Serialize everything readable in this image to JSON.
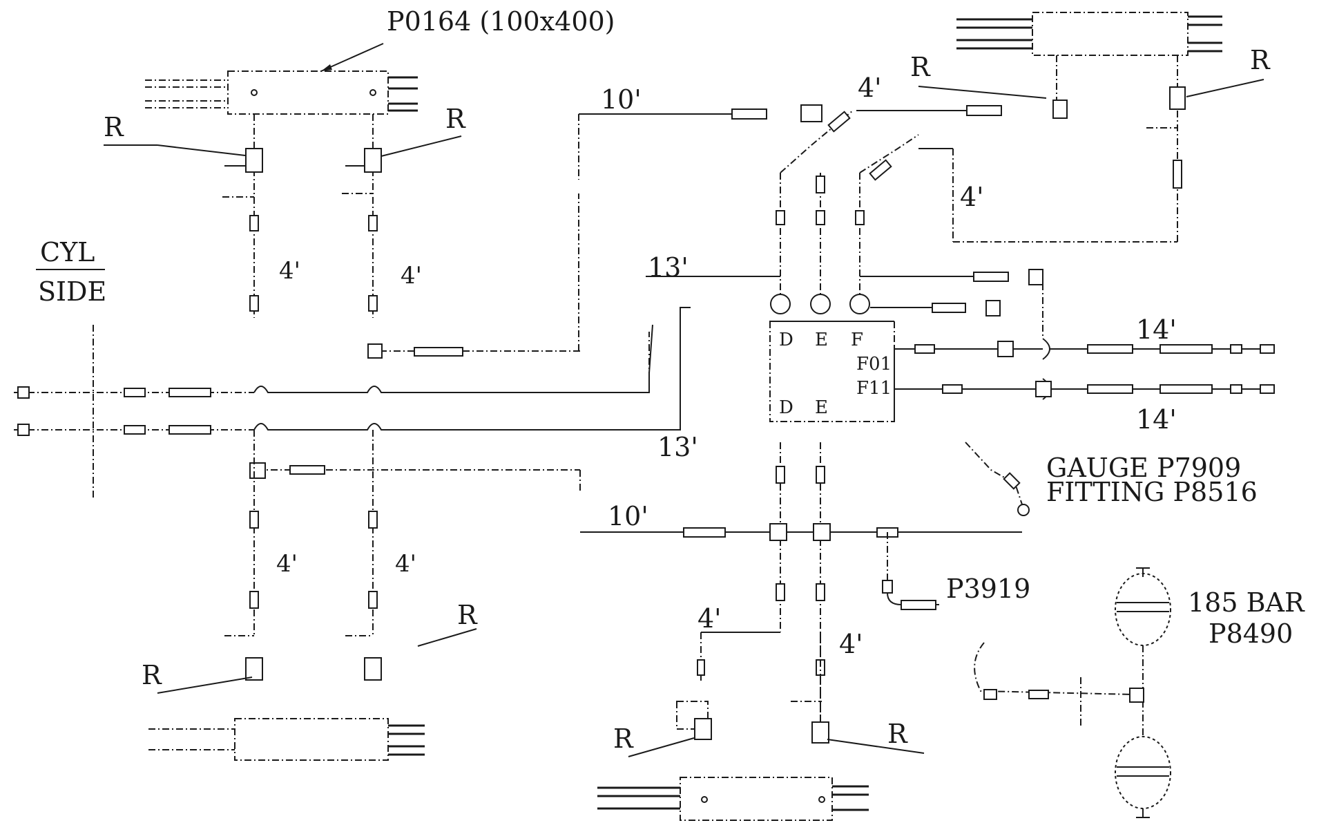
{
  "labels": {
    "part_p0164": "P0164 (100x400)",
    "cyl": "CYL",
    "side": "SIDE",
    "r": "R",
    "len_4": "4'",
    "len_10": "10'",
    "len_13": "13'",
    "len_14": "14'",
    "port_d": "D",
    "port_e": "E",
    "port_f": "F",
    "f01": "F01",
    "f11": "F11",
    "gauge": "GAUGE P7909",
    "fitting": "FITTING P8516",
    "p3919": "P3919",
    "bar": "185 BAR",
    "p8490": "P8490"
  },
  "colors": {
    "ink": "#1a1a1a",
    "paper": "#ffffff"
  }
}
